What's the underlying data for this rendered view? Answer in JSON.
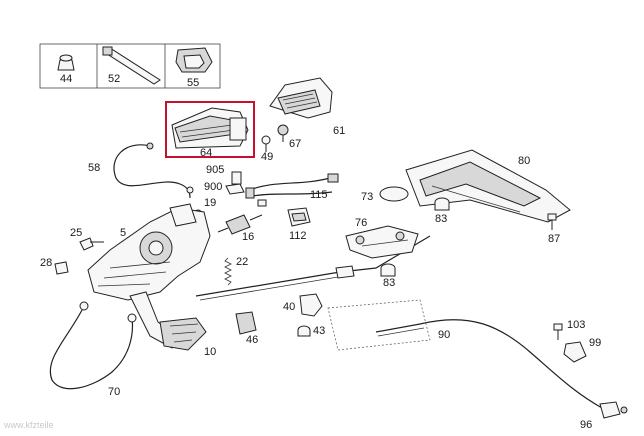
{
  "diagram": {
    "highlight_color": "#c8102e",
    "watermark": "www.kfzteile",
    "parts": {
      "p44": "44",
      "p52": "52",
      "p55": "55",
      "p61": "61",
      "p64": "64",
      "p49": "49",
      "p67": "67",
      "p58": "58",
      "p905": "905",
      "p900": "900",
      "p19": "19",
      "p115": "115",
      "p80": "80",
      "p73": "73",
      "p83a": "83",
      "p87": "87",
      "p16": "16",
      "p112": "112",
      "p76": "76",
      "p25": "25",
      "p5": "5",
      "p28": "28",
      "p22": "22",
      "p83b": "83",
      "p40": "40",
      "p43": "43",
      "p46": "46",
      "p10": "10",
      "p90": "90",
      "p103": "103",
      "p99": "99",
      "p70": "70",
      "p96": "96"
    }
  }
}
